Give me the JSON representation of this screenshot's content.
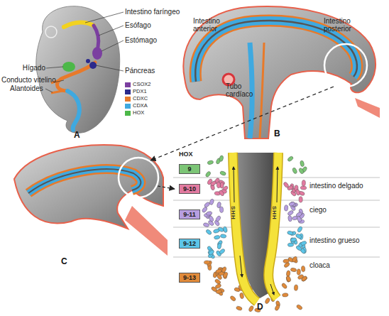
{
  "diagram": {
    "nodes": [
      {
        "text": [
          "9"
        ]
      },
      {
        "text": [
          "9-10"
        ]
      },
      {
        "text": [
          "9-11"
        ]
      },
      {
        "text": [
          "9-12"
        ]
      },
      {
        "text": [
          "9-13"
        ]
      }
    ],
    "labels": [
      "Intestino faríngeo",
      "Esófago",
      "Estómago",
      "Hígado",
      "Páncreas",
      "Conducto vitelino",
      "Alantoides",
      "A",
      "Intestino anterior",
      "Intestino posterior",
      "Tubo cardíaco",
      "B",
      "C",
      "HOX",
      "intestino delgado",
      "ciego",
      "intestino grueso",
      "cloaca",
      "SHH",
      "SHH",
      "D"
    ],
    "legend": [
      {
        "text": "CSOX2",
        "color": "#7b3fa0"
      },
      {
        "text": "PDX1",
        "color": "#2b2a8c"
      },
      {
        "text": "CDXC",
        "color": "#e87a2a"
      },
      {
        "text": "CDXA",
        "color": "#3fa9e0"
      },
      {
        "text": "HOX",
        "color": "#4cb848"
      }
    ]
  }
}
